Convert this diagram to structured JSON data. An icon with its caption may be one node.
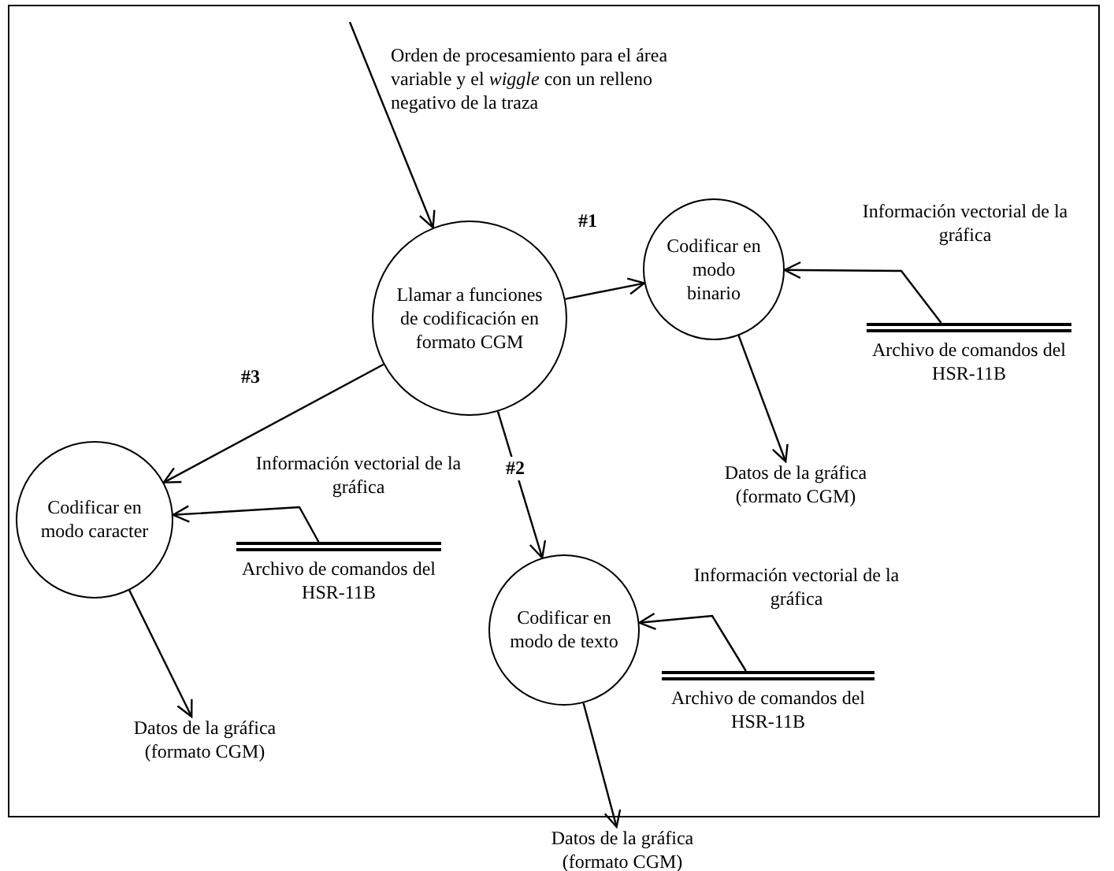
{
  "diagram": {
    "nodes": [
      {
        "text": [
          "Llamar a funciones de codificación en formato CGM"
        ]
      },
      {
        "text": [
          "Codificar en modo binario"
        ]
      },
      {
        "text": [
          "Codificar en modo caracter"
        ]
      },
      {
        "text": [
          "Codificar en modo de texto"
        ]
      },
      {
        "text": [
          "Archivo de comandos del HSR-11B"
        ]
      },
      {
        "text": [
          "Archivo de comandos del HSR-11B"
        ]
      },
      {
        "text": [
          "Archivo de comandos del HSR-11B"
        ]
      },
      {
        "text": [
          "Datos de la gráfica (formato CGM)"
        ]
      },
      {
        "text": [
          "Datos de la gráfica (formato CGM)"
        ]
      },
      {
        "text": [
          "Datos de la gráfica (formato CGM)"
        ]
      }
    ],
    "edges": [
      {
        "from": null,
        "to": 0,
        "arrow": "to",
        "label": "Orden de procesamiento para el área variable y el *wiggle* con un relleno negativo de la traza"
      },
      {
        "from": 0,
        "to": 1,
        "arrow": "to",
        "label": "#1"
      },
      {
        "from": 0,
        "to": 3,
        "arrow": "to",
        "label": "#2"
      },
      {
        "from": 0,
        "to": 2,
        "arrow": "to",
        "label": "#3"
      },
      {
        "from": 4,
        "to": 1,
        "arrow": "to",
        "label": "Información vectorial de la gráfica"
      },
      {
        "from": 1,
        "to": 7,
        "arrow": "to"
      },
      {
        "from": 5,
        "to": 2,
        "arrow": "to",
        "label": "Información vectorial de la gráfica"
      },
      {
        "from": 2,
        "to": 8,
        "arrow": "to"
      },
      {
        "from": 6,
        "to": 3,
        "arrow": "to",
        "label": "Información vectorial de la gráfica"
      },
      {
        "from": 3,
        "to": 9,
        "arrow": "to"
      }
    ]
  }
}
